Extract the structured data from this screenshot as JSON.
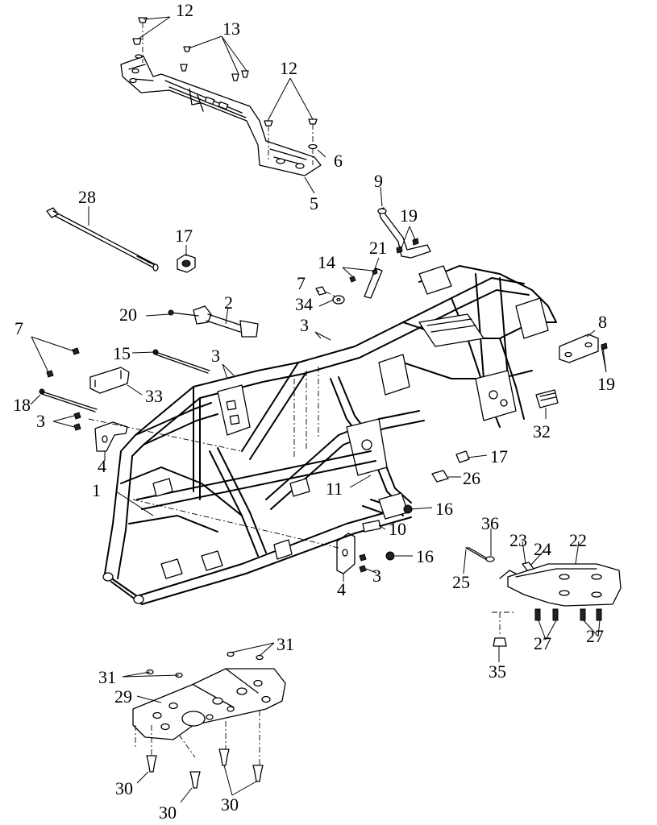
{
  "callouts": {
    "c1": "1",
    "c2": "2",
    "c3a": "3",
    "c3b": "3",
    "c3c": "3",
    "c3d": "3",
    "c4a": "4",
    "c4b": "4",
    "c5": "5",
    "c6": "6",
    "c7a": "7",
    "c7b": "7",
    "c8": "8",
    "c9": "9",
    "c10": "10",
    "c11": "11",
    "c12a": "12",
    "c12b": "12",
    "c13": "13",
    "c14": "14",
    "c15": "15",
    "c16a": "16",
    "c16b": "16",
    "c17a": "17",
    "c17b": "17",
    "c18": "18",
    "c19a": "19",
    "c19b": "19",
    "c20": "20",
    "c21": "21",
    "c22": "22",
    "c23": "23",
    "c24": "24",
    "c25": "25",
    "c26": "26",
    "c27a": "27",
    "c27b": "27",
    "c28": "28",
    "c29": "29",
    "c30a": "30",
    "c30b": "30",
    "c30c": "30",
    "c31a": "31",
    "c31b": "31",
    "c32": "32",
    "c33": "33",
    "c34": "34",
    "c35": "35",
    "c36": "36"
  }
}
